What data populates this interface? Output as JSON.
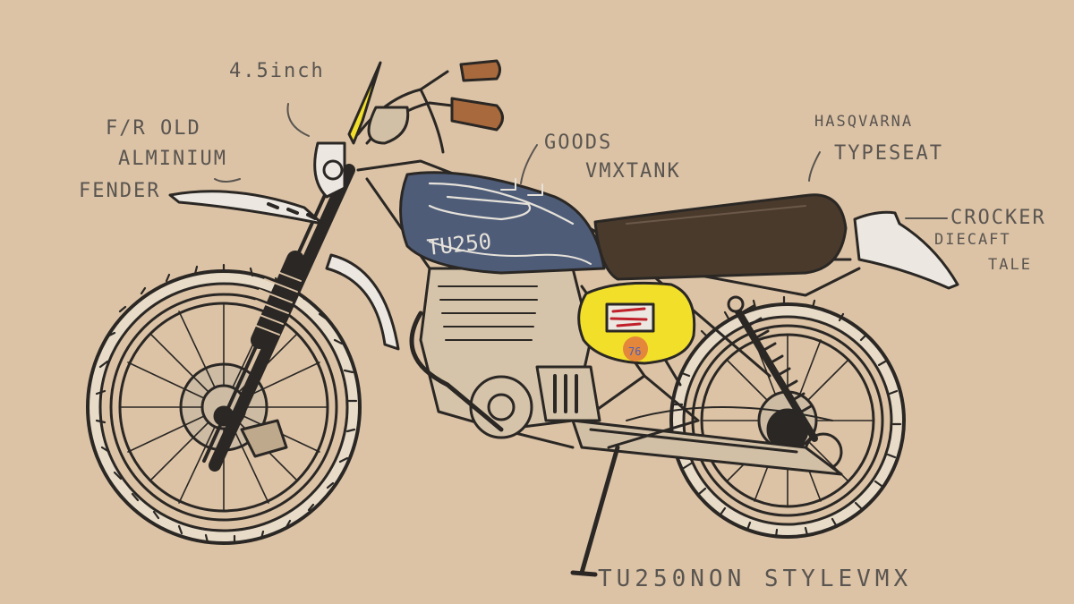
{
  "annotations": {
    "headlight": "4.5inch",
    "fender": [
      "F/R OLD",
      "ALMINIUM",
      "FENDER"
    ],
    "tank": [
      "GOODS",
      "VMXTANK"
    ],
    "seat": [
      "HASQVARNA",
      "TYPESEAT"
    ],
    "tail": [
      "CROCKER",
      "DIECAFT",
      "TALE"
    ],
    "caption": "TU250NON STYLEVMX"
  },
  "tank_text": "TU250",
  "side_cover_number": "76",
  "colors": {
    "background": "#dcc3a6",
    "tank": "#4e5c78",
    "seat": "#4a3a2c",
    "side_cover": "#f2df2a",
    "grips": "#a86a3c",
    "ink": "#2a2724"
  }
}
